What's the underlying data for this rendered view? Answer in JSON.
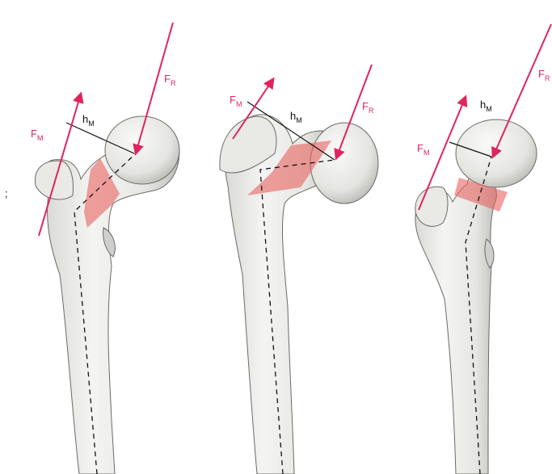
{
  "colors": {
    "force": "#e0245e",
    "lever": "#111111",
    "plane": "#e8625f",
    "bone_fill": "#ececea",
    "bone_shadow": "#bdbdb9",
    "bone_outline": "#6a6a66"
  },
  "panels": [
    {
      "muscle_force": "F",
      "muscle_sub": "M",
      "joint_force": "F",
      "joint_sub": "R",
      "lever_arm": "h",
      "lever_sub": "M"
    },
    {
      "muscle_force": "F",
      "muscle_sub": "M",
      "joint_force": "F",
      "joint_sub": "R",
      "lever_arm": "h",
      "lever_sub": "M"
    },
    {
      "muscle_force": "F",
      "muscle_sub": "M",
      "joint_force": "F",
      "joint_sub": "R",
      "lever_arm": "h",
      "lever_sub": "M"
    }
  ],
  "stray_mark": ";"
}
